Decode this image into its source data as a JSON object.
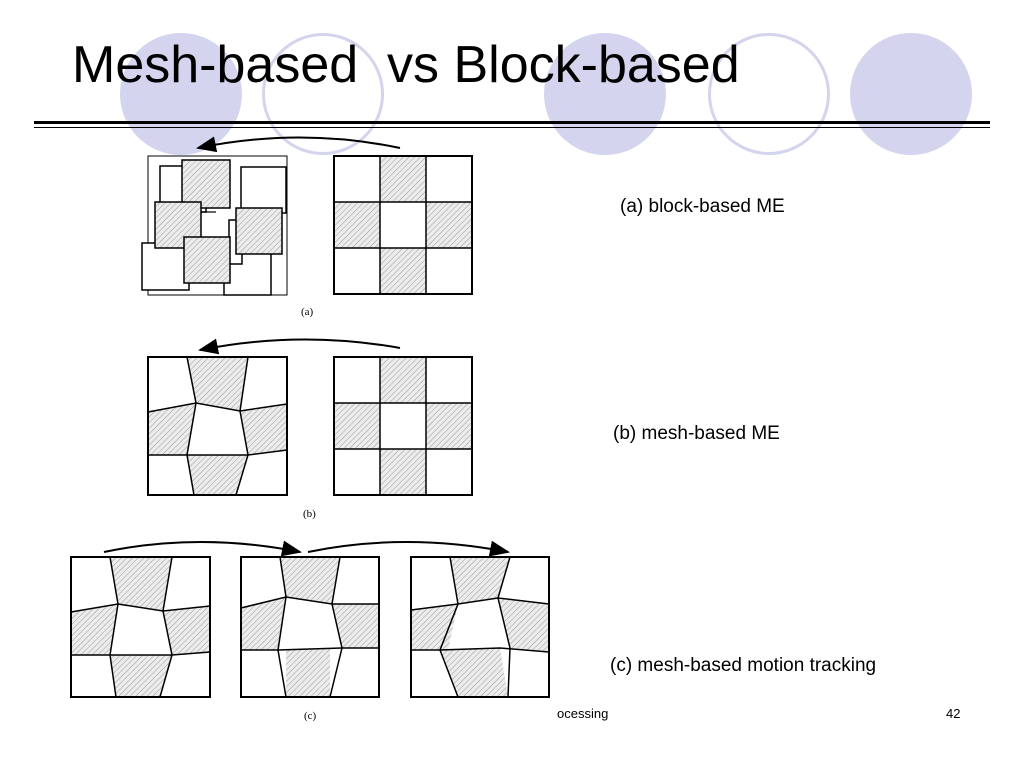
{
  "slide": {
    "title": "Mesh-based  vs Block-based",
    "accent_color": "#d4d4ee",
    "captions": {
      "a": "(a) block-based ME",
      "b": "(b) mesh-based ME",
      "c": "(c) mesh-based motion tracking"
    },
    "figure_labels": {
      "a": "(a)",
      "b": "(b)",
      "c": "(c)"
    },
    "footer": {
      "course_text": "ocessing",
      "page_number": "42"
    }
  }
}
